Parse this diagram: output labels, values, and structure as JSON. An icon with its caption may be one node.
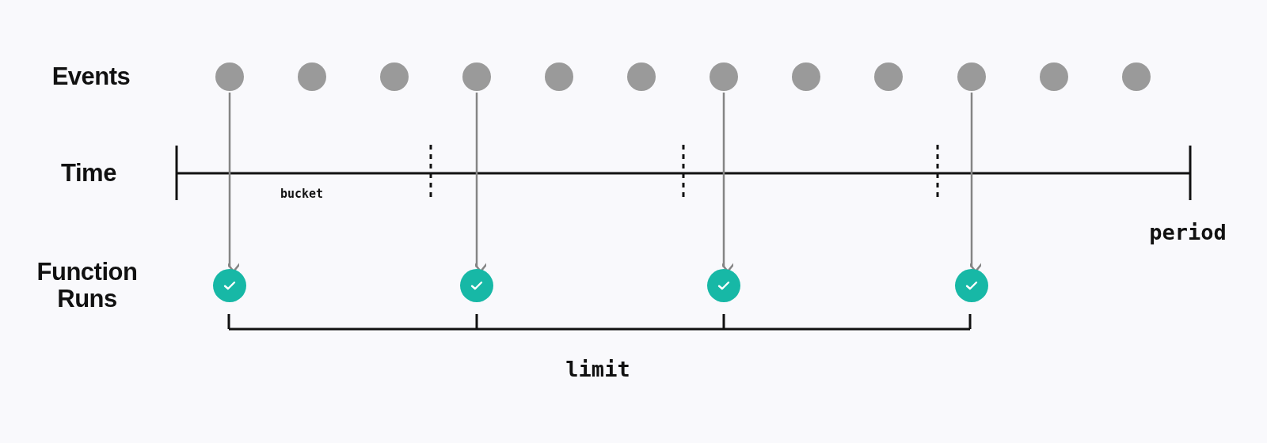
{
  "diagram": {
    "nodes": [
      {
        "text": [],
        "shape": "circle"
      },
      {
        "text": [],
        "shape": "circle"
      },
      {
        "text": [],
        "shape": "circle"
      },
      {
        "text": [],
        "shape": "circle"
      },
      {
        "text": [],
        "shape": "circle"
      },
      {
        "text": [],
        "shape": "circle"
      },
      {
        "text": [],
        "shape": "circle"
      },
      {
        "text": [],
        "shape": "circle"
      },
      {
        "text": [],
        "shape": "circle"
      },
      {
        "text": [],
        "shape": "circle"
      },
      {
        "text": [],
        "shape": "circle"
      },
      {
        "text": [],
        "shape": "circle"
      },
      {
        "text": [],
        "shape": "circle"
      },
      {
        "text": [],
        "shape": "circle"
      },
      {
        "text": [],
        "shape": "circle"
      },
      {
        "text": [],
        "shape": "circle"
      }
    ],
    "edges": [
      {
        "from": 0,
        "to": 12,
        "arrow": "to"
      },
      {
        "from": 3,
        "to": 13,
        "arrow": "to"
      },
      {
        "from": 6,
        "to": 14,
        "arrow": "to"
      },
      {
        "from": 9,
        "to": 15,
        "arrow": "to"
      }
    ],
    "labels": [
      "Events",
      "Time",
      "bucket",
      "period",
      "Function Runs",
      "limit"
    ]
  }
}
